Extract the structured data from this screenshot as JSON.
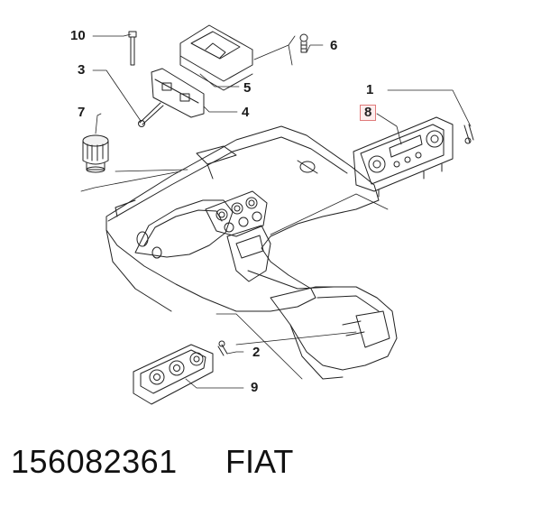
{
  "callouts": {
    "c1": "1",
    "c2": "2",
    "c3": "3",
    "c4": "4",
    "c5": "5",
    "c6": "6",
    "c7": "7",
    "c8": "8",
    "c9": "9",
    "c10": "10"
  },
  "highlight_color": "#e07a7a",
  "footer": {
    "part_number": "156082361",
    "brand": "FIAT"
  }
}
